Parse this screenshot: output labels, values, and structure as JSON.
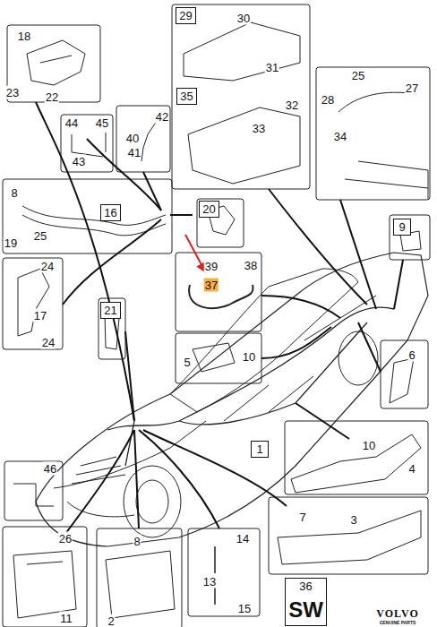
{
  "diagram": {
    "nodes": [
      {
        "text": [
          "29"
        ]
      },
      {
        "text": [
          "35"
        ]
      },
      {
        "text": [
          "16"
        ]
      },
      {
        "text": [
          "20"
        ]
      },
      {
        "text": [
          "9"
        ]
      },
      {
        "text": [
          "21"
        ]
      },
      {
        "text": [
          "1"
        ]
      },
      {
        "text": [
          "36",
          "SW"
        ]
      }
    ],
    "labels": [
      "18",
      "23",
      "22",
      "30",
      "31",
      "33",
      "32",
      "25",
      "27",
      "28",
      "34",
      "44",
      "45",
      "43",
      "42",
      "40",
      "41",
      "8",
      "19",
      "25",
      "24",
      "17",
      "24",
      "39",
      "38",
      "37",
      "5",
      "10",
      "6",
      "10",
      "4",
      "46",
      "26",
      "11",
      "8",
      "2",
      "14",
      "13",
      "15",
      "7",
      "3",
      "VOLVO",
      "GENUINE PARTS"
    ]
  }
}
